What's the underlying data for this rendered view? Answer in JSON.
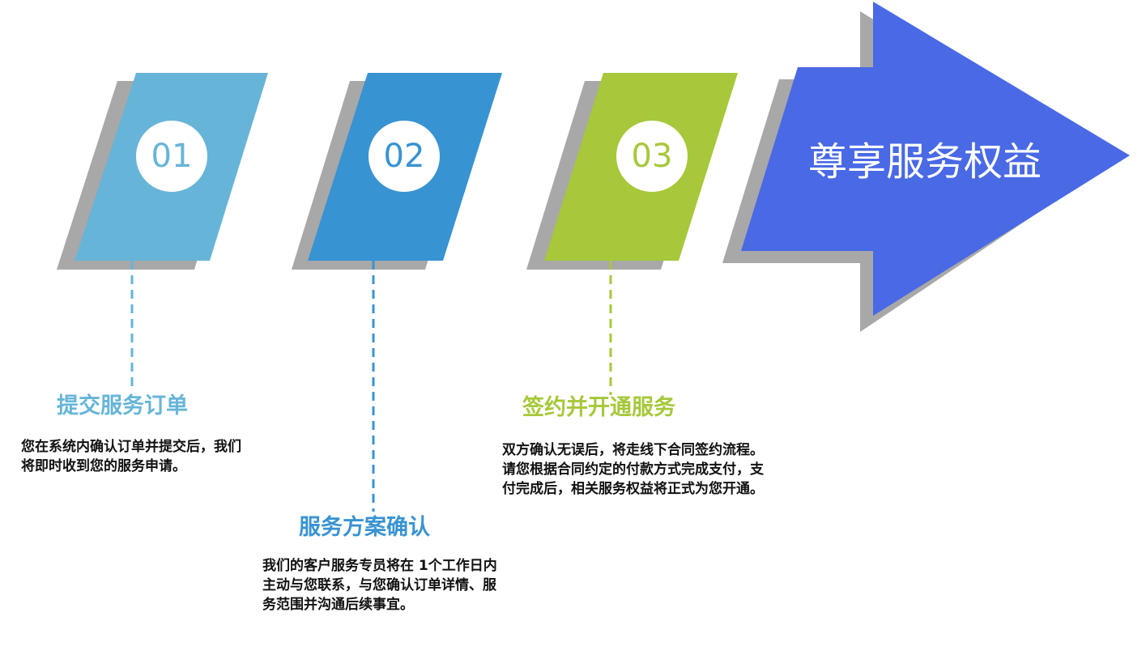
{
  "colors": {
    "step1": "#66B5D8",
    "step2": "#3893D2",
    "step3": "#A6C83A",
    "arrow": "#4969E5",
    "shadow": "#A8A8A8"
  },
  "steps": [
    {
      "number": "01",
      "title": "提交服务订单",
      "description": "您在系统内确认订单并提交后，我们将即时收到您的服务申请。"
    },
    {
      "number": "02",
      "title": "服务方案确认",
      "description": "我们的客户服务专员将在 1个工作日内 主动与您联系，与您确认订单详情、服务范围并沟通后续事宜。"
    },
    {
      "number": "03",
      "title": "签约并开通服务",
      "description": "双方确认无误后，将走线下合同签约流程。请您根据合同约定的付款方式完成支付，支付完成后，相关服务权益将正式为您开通。"
    }
  ],
  "arrow": {
    "label": "尊享服务权益"
  }
}
